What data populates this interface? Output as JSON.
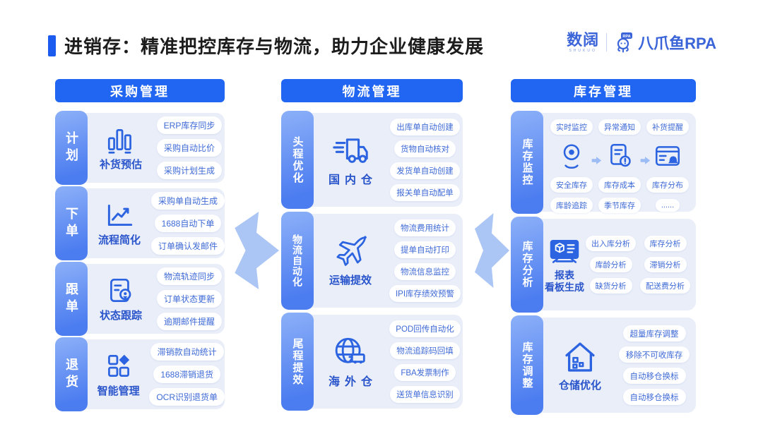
{
  "header": {
    "title": "进销存：精准把控库存与物流，助力企业健康发展",
    "logo": {
      "brand": "数阔",
      "brand_sub": "SHUKUO",
      "partner": "八爪鱼RPA",
      "badge": "RPA"
    }
  },
  "colors": {
    "header_blue": "#2166f2",
    "rail_blue": "#4b7cf0",
    "card_bg": "#e9eef9",
    "pill_text": "#3e6ad6",
    "icon_blue": "#2b63e0",
    "arrow_blue": "#abc6f4",
    "accent": "#1b5bf0",
    "logo_blue": "#3a64d8"
  },
  "columns": [
    {
      "header": "采购管理",
      "rows": [
        {
          "rail": "计划",
          "icon": "bar-chart-icon",
          "label": "补货预估",
          "pills": [
            "ERP库存同步",
            "采购自动比价",
            "采购计划生成"
          ]
        },
        {
          "rail": "下单",
          "icon": "line-chart-icon",
          "label": "流程简化",
          "pills": [
            "采购单自动生成",
            "1688自动下单",
            "订单确认发邮件"
          ]
        },
        {
          "rail": "跟单",
          "icon": "doc-location-icon",
          "label": "状态跟踪",
          "pills": [
            "物流轨迹同步",
            "订单状态更新",
            "逾期邮件提醒"
          ]
        },
        {
          "rail": "退货",
          "icon": "grid-diamond-icon",
          "label": "智能管理",
          "pills": [
            "滞销款自动统计",
            "1688滞销退货",
            "OCR识别退货单"
          ]
        }
      ]
    },
    {
      "header": "物流管理",
      "rows": [
        {
          "rail": "头程优化",
          "icon": "truck-icon",
          "label": "国内仓",
          "pills": [
            "出库单自动创建",
            "货物自动核对",
            "发货单自动创建",
            "报关单自动配单"
          ]
        },
        {
          "rail": "物流自动化",
          "icon": "plane-icon",
          "label": "运输提效",
          "pills": [
            "物流费用统计",
            "提单自动打印",
            "物流信息监控",
            "IPI库存绩效预警"
          ]
        },
        {
          "rail": "尾程提效",
          "icon": "globe-truck-icon",
          "label": "海外仓",
          "pills": [
            "POD回传自动化",
            "物流追踪码回填",
            "FBA发票制作",
            "送货单信息识别"
          ]
        }
      ]
    },
    {
      "header": "库存管理",
      "monitor": {
        "rail": "库存监控",
        "top_pills": [
          "实时监控",
          "异常通知",
          "补货提醒"
        ],
        "icons": [
          "webcam-icon",
          "doc-alert-icon",
          "box-bell-icon"
        ],
        "bottom_pills": [
          [
            "安全库存",
            "库存成本",
            "库存分布"
          ],
          [
            "库龄追踪",
            "季节库存",
            "......"
          ]
        ]
      },
      "analysis": {
        "rail": "库存分析",
        "icon": "dashboard-cube-icon",
        "label_line1": "报表",
        "label_line2": "看板生成",
        "pills": [
          "出入库分析",
          "库存分析",
          "库龄分析",
          "滞销分析",
          "缺货分析",
          "配送费分析"
        ]
      },
      "adjust": {
        "rail": "库存调整",
        "icon": "warehouse-house-icon",
        "label": "仓储优化",
        "pills": [
          "超量库存调整",
          "移除不可收库存",
          "自动移仓换标",
          "自动移仓换标"
        ]
      }
    }
  ]
}
